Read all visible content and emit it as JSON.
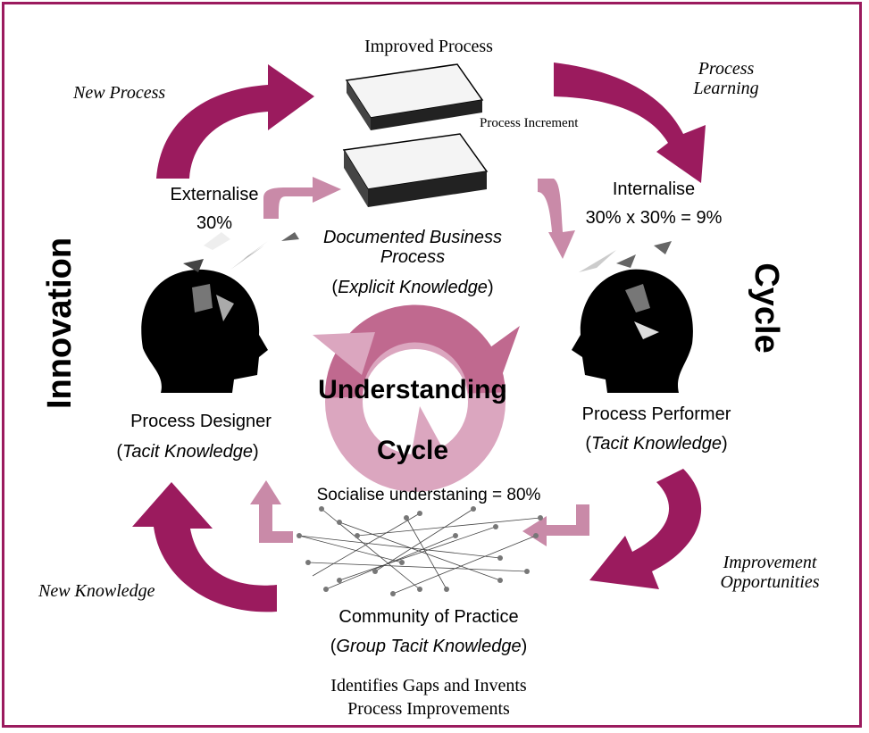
{
  "colors": {
    "border": "#9b1b5e",
    "dark_arrow": "#9b1b5e",
    "mid_arrow": "#c98aa8",
    "light_ring": "#dba6bf",
    "ring_dark": "#c0698f"
  },
  "top": {
    "improved_process": "Improved Process",
    "process_increment": "Process Increment",
    "new_process": "New Process",
    "process_learning_1": "Process",
    "process_learning_2": "Learning"
  },
  "left": {
    "externalise": "Externalise",
    "externalise_pct": "30%",
    "innovation": "Innovation",
    "designer": "Process Designer",
    "designer_knowledge": "Tacit Knowledge",
    "new_knowledge": "New Knowledge"
  },
  "center": {
    "documented_1": "Documented Business",
    "documented_2": "Process",
    "explicit_knowledge": "Explicit Knowledge",
    "understanding": "Understanding",
    "cycle": "Cycle",
    "socialise": "Socialise understaning = 80%"
  },
  "right": {
    "internalise": "Internalise",
    "internalise_calc": "30% x 30% = 9%",
    "cycle": "Cycle",
    "performer": "Process Performer",
    "performer_knowledge": "Tacit Knowledge",
    "improvement_1": "Improvement",
    "improvement_2": "Opportunities"
  },
  "bottom": {
    "community": "Community of Practice",
    "group_knowledge": "Group Tacit Knowledge",
    "gaps_1": "Identifies Gaps and Invents",
    "gaps_2": "Process Improvements"
  },
  "icons": {
    "heads": "head-silhouette-icon",
    "documents": "document-stack-icon",
    "network": "people-network-icon"
  }
}
